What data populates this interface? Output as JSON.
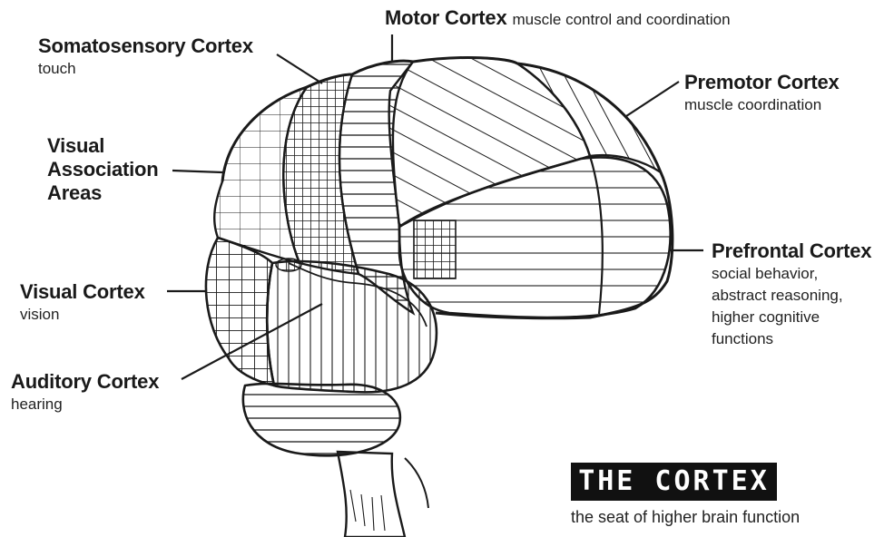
{
  "labels": {
    "motor": {
      "title": "Motor Cortex",
      "desc": "muscle control and coordination"
    },
    "somatosensory": {
      "title": "Somatosensory Cortex",
      "desc": "touch"
    },
    "premotor": {
      "title": "Premotor Cortex",
      "desc": "muscle coordination"
    },
    "visual_association": {
      "title_lines": [
        "Visual",
        "Association",
        "Areas"
      ]
    },
    "prefrontal": {
      "title": "Prefrontal Cortex",
      "desc_lines": [
        "social behavior,",
        "abstract reasoning,",
        "higher cognitive",
        "functions"
      ]
    },
    "visual": {
      "title": "Visual Cortex",
      "desc": "vision"
    },
    "auditory": {
      "title": "Auditory Cortex",
      "desc": "hearing"
    }
  },
  "title_block": {
    "title": "THE CORTEX",
    "subtitle": "the seat of higher brain function"
  },
  "colors": {
    "ink": "#1a1a1a",
    "paper": "#ffffff",
    "title_bg": "#111111",
    "title_fg": "#ffffff"
  }
}
